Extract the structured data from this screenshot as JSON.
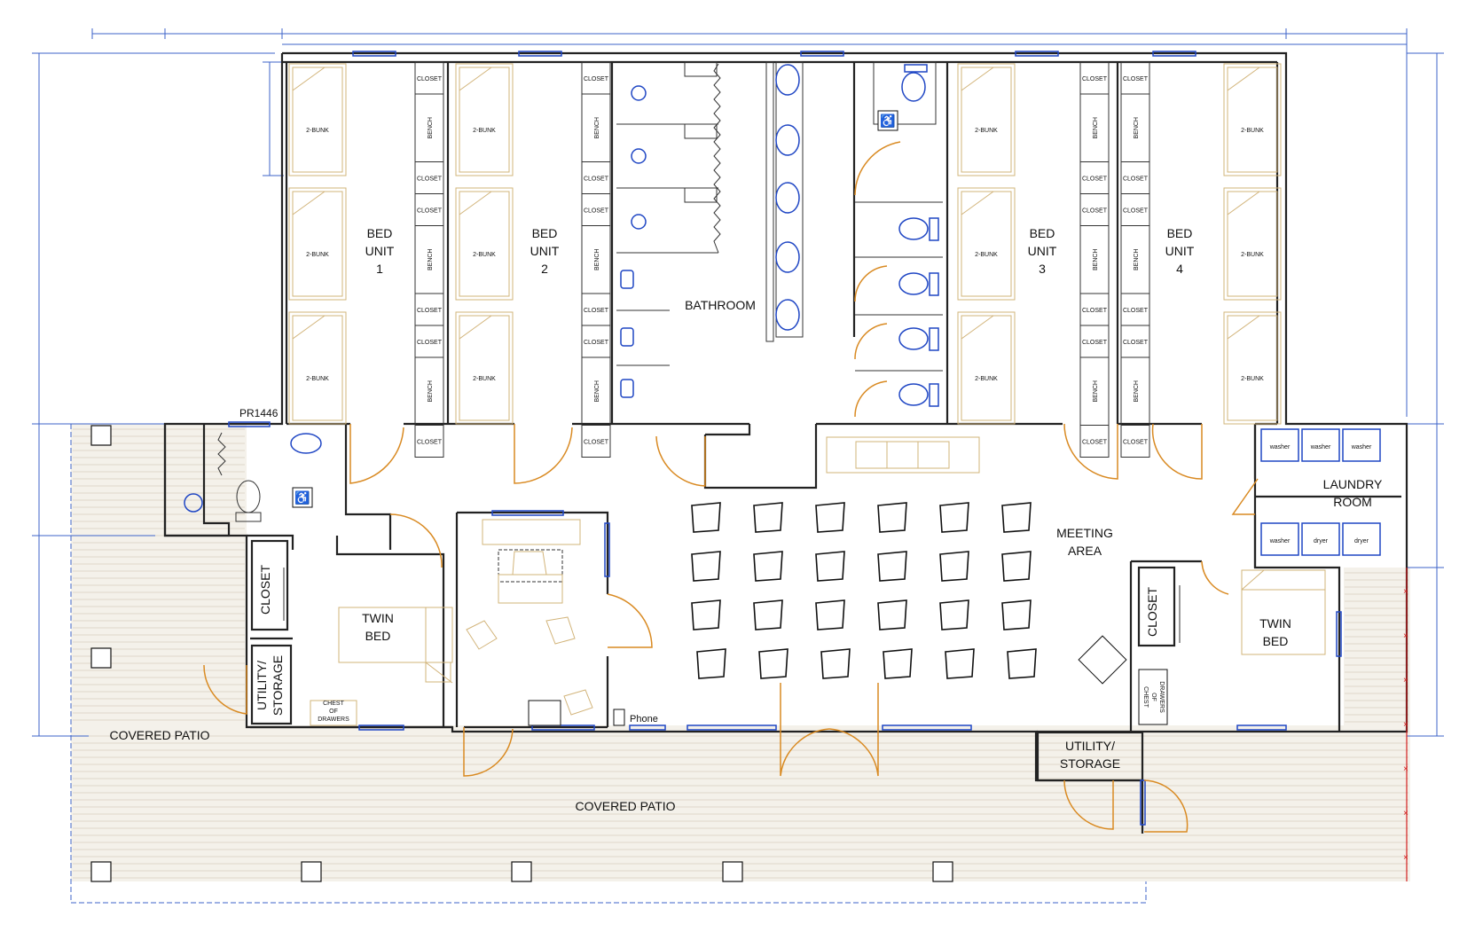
{
  "plan_id": "PR1446",
  "colors": {
    "wall": "#222222",
    "dimension": "#3c63c9",
    "door": "#d98a22",
    "furniture": "#d2b47a",
    "fixture": "#1f46c4",
    "deck": "#c9bfa8",
    "railing": "#d42020"
  },
  "rooms": {
    "bed_unit_1": [
      "BED",
      "UNIT",
      "1"
    ],
    "bed_unit_2": [
      "BED",
      "UNIT",
      "2"
    ],
    "bed_unit_3": [
      "BED",
      "UNIT",
      "3"
    ],
    "bed_unit_4": [
      "BED",
      "UNIT",
      "4"
    ],
    "bathroom": "BATHROOM",
    "meeting_area": [
      "MEETING",
      "AREA"
    ],
    "laundry_room": [
      "LAUNDRY",
      "ROOM"
    ],
    "twin_bed_left": [
      "TWIN",
      "BED"
    ],
    "twin_bed_right": [
      "TWIN",
      "BED"
    ],
    "closet_left": "CLOSET",
    "closet_right": "CLOSET",
    "utility_left": [
      "UTILITY/",
      "STORAGE"
    ],
    "utility_bottom": [
      "UTILITY/",
      "STORAGE"
    ],
    "covered_patio_left": "COVERED PATIO",
    "covered_patio_bottom": "COVERED PATIO"
  },
  "fixtures": {
    "bunk": "2-BUNK",
    "closet": "CLOSET",
    "bench": "BENCH",
    "chest": [
      "CHEST",
      "OF",
      "DRAWERS"
    ],
    "chest_right": [
      "CHEST",
      "OF",
      "DRAWERS"
    ],
    "phone": "Phone",
    "washer": "washer",
    "dryer": "dryer"
  },
  "laundry_top": [
    "washer",
    "washer",
    "washer"
  ],
  "laundry_bottom": [
    "washer",
    "dryer",
    "dryer"
  ],
  "locker_column_left": [
    "CLOSET",
    "BENCH",
    "CLOSET",
    "CLOSET",
    "BENCH",
    "CLOSET",
    "CLOSET",
    "BENCH",
    "CLOSET"
  ]
}
